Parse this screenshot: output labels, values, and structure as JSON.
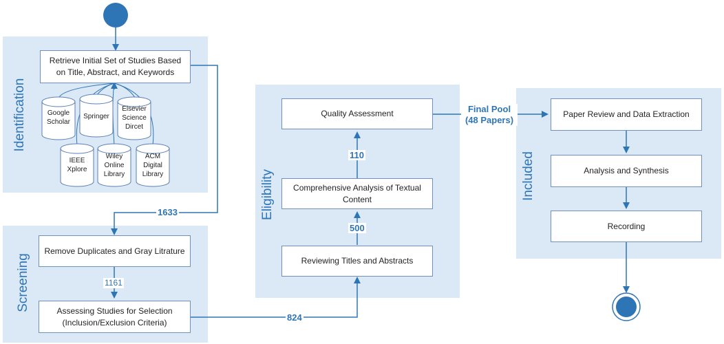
{
  "phases": {
    "identification": "Identification",
    "screening": "Screening",
    "eligibility": "Eligibility",
    "included": "Included"
  },
  "boxes": {
    "retrieve": "Retrieve Initial Set of Studies Based on Title, Abstract, and Keywords",
    "remove_duplicates": "Remove Duplicates and Gray Litrature",
    "assessing": "Assessing Studies for Selection (Inclusion/Exclusion Criteria)",
    "reviewing": "Reviewing Titles and Abstracts",
    "comprehensive": "Comprehensive Analysis of Textual Content",
    "quality": "Quality Assessment",
    "paper_review": "Paper Review and Data Extraction",
    "analysis": "Analysis and Synthesis",
    "recording": "Recording"
  },
  "databases": {
    "google": "Google Scholar",
    "springer": "Springer",
    "elsevier": "Elsevier Science Dircet",
    "ieee": "IEEE Xplore",
    "wiley": "Wiley Online Library",
    "acm": "ACM Digital Library"
  },
  "counts": {
    "c1633": "1633",
    "c1161": "1161",
    "c824": "824",
    "c500": "500",
    "c110": "110"
  },
  "final_pool": {
    "line1": "Final Pool",
    "line2": "(48 Papers)"
  },
  "colors": {
    "panel": "#dbe9f6",
    "accent": "#2e75b6",
    "node": "#2e75b6"
  }
}
